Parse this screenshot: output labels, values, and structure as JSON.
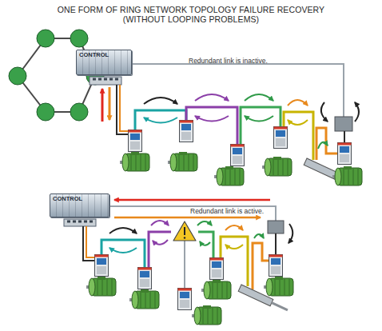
{
  "diagram": {
    "title": "ONE FORM OF RING NETWORK TOPOLOGY FAILURE RECOVERY (WITHOUT LOOPING PROBLEMS)",
    "nodes": [
      {
        "text": [
          "CONTROL"
        ]
      },
      {
        "text": [
          "CONTROL"
        ]
      }
    ],
    "labels": [
      "Redundant link is inactive.",
      "Redundant link is active."
    ]
  }
}
